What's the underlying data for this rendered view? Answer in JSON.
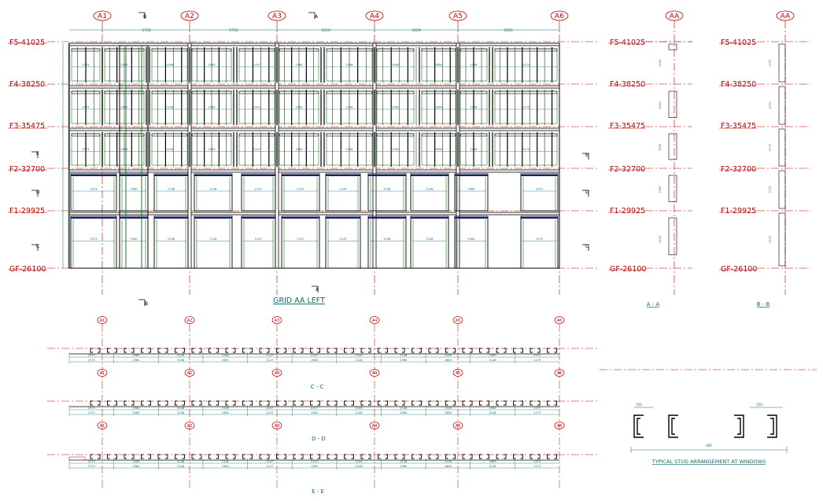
{
  "grid_columns": [
    "A1",
    "A2",
    "A3",
    "A4",
    "A5",
    "A6"
  ],
  "aa_label": "AA",
  "levels": [
    "F5-41025",
    "F4-38250",
    "F3-35475",
    "F2-32700",
    "F1-29925",
    "GF-26100"
  ],
  "section_markers": {
    "b": "B",
    "a": "A",
    "e": "E",
    "d": "D",
    "c": "C"
  },
  "titles": {
    "main": "GRID AA LEFT",
    "aa": "A - A",
    "bb": "B - B",
    "cc": "C - C",
    "dd": "D - D",
    "ee": "E - E",
    "stud": "TYPICAL STUD ARRANGEMENT AT WINDOWS"
  },
  "bay_widths": [
    "5750",
    "5750",
    "5610",
    "5629",
    "5655"
  ],
  "dims_row_small": [
    "2773",
    "2560",
    "2148",
    "1960",
    "2147",
    "1960",
    "2148",
    "1960",
    "1860",
    "2148",
    "1175",
    "2373"
  ],
  "dims_plan": [
    "2373",
    "2560",
    "2148",
    "2148",
    "2147",
    "2147",
    "2149",
    "2148",
    "2148",
    "1960",
    "2373"
  ],
  "stud_dims": [
    "150",
    "460"
  ],
  "colors": {
    "grid": "#c00000",
    "green": "#1c7a1c",
    "blue": "#1a1a8c",
    "teal": "#0f6a6a",
    "black": "#000000"
  }
}
